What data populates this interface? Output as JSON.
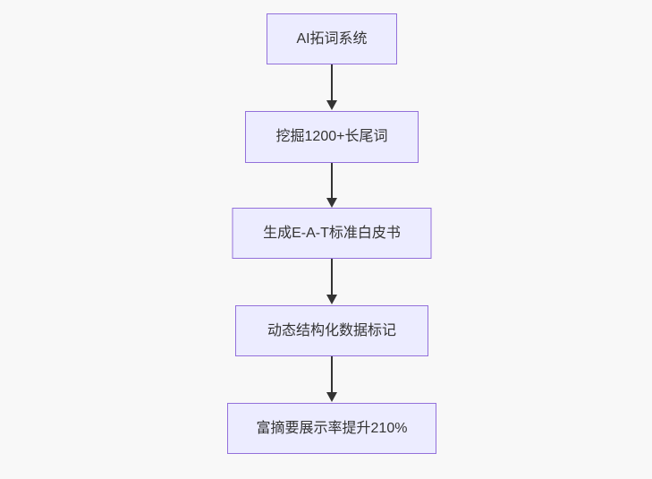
{
  "diagram": {
    "type": "flowchart",
    "direction": "top-down",
    "colors": {
      "node_fill": "#ECECFF",
      "node_border": "#9370DB",
      "node_text": "#333333",
      "arrow": "#333333",
      "background": "#f8f8f8"
    },
    "nodes": [
      {
        "id": "node-1",
        "label": "AI拓词系统"
      },
      {
        "id": "node-2",
        "label": "挖掘1200+长尾词"
      },
      {
        "id": "node-3",
        "label": "生成E-A-T标准白皮书"
      },
      {
        "id": "node-4",
        "label": "动态结构化数据标记"
      },
      {
        "id": "node-5",
        "label": "富摘要展示率提升210%"
      }
    ],
    "edges": [
      {
        "from": "node-1",
        "to": "node-2"
      },
      {
        "from": "node-2",
        "to": "node-3"
      },
      {
        "from": "node-3",
        "to": "node-4"
      },
      {
        "from": "node-4",
        "to": "node-5"
      }
    ]
  }
}
